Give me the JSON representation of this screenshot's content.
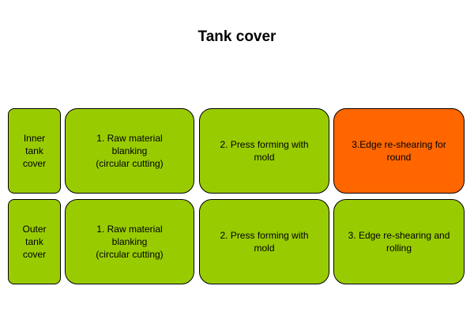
{
  "title": "Tank cover",
  "colors": {
    "step_fill": "#99cc00",
    "highlight_fill": "#ff6600",
    "border": "#000000"
  },
  "rows": [
    {
      "label": "Inner\ntank\ncover",
      "steps": [
        "1. Raw material\nblanking\n(circular cutting)",
        "2. Press forming with\nmold",
        "3.Edge re-shearing for\nround"
      ]
    },
    {
      "label": "Outer\ntank\ncover",
      "steps": [
        "1. Raw material\nblanking\n(circular cutting)",
        "2. Press forming with\nmold",
        "3. Edge re-shearing and\nrolling"
      ]
    }
  ]
}
